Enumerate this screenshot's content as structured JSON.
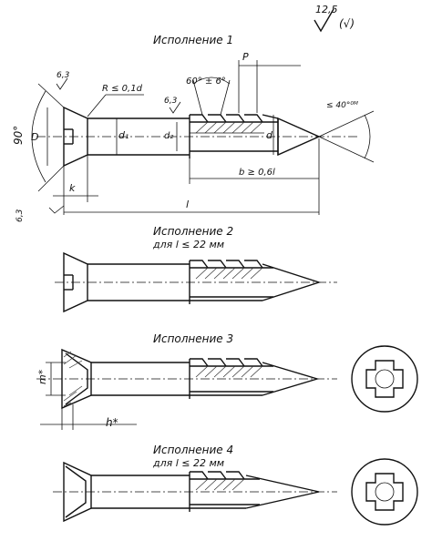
{
  "surface_roughness": {
    "value": "12,5",
    "bracket": "(√)"
  },
  "variants": [
    {
      "title": "Исполнение 1",
      "subtitle": ""
    },
    {
      "title": "Исполнение 2",
      "subtitle": "для  l ≤ 22 мм"
    },
    {
      "title": "Исполнение 3",
      "subtitle": ""
    },
    {
      "title": "Исполнение 4",
      "subtitle": "для  l ≤ 22 мм"
    }
  ],
  "dimensions": {
    "angle_head": "90°",
    "head_diameter": "D",
    "body_diameter": "d₁",
    "thread_root_diameter": "d₂",
    "thread_diameter": "d",
    "head_fillet": "R ≤ 0,1d",
    "roughness_a": "6,3",
    "roughness_b": "6,3",
    "roughness_c": "6,3",
    "thread_angle": "60° ± 6°",
    "pitch": "P",
    "point_angle": "≤ 40°⁰ᴹ",
    "thread_length": "b ≥ 0,6l",
    "head_height": "k",
    "length": "l",
    "recess_depth": "m*",
    "recess_offset": "h*"
  }
}
